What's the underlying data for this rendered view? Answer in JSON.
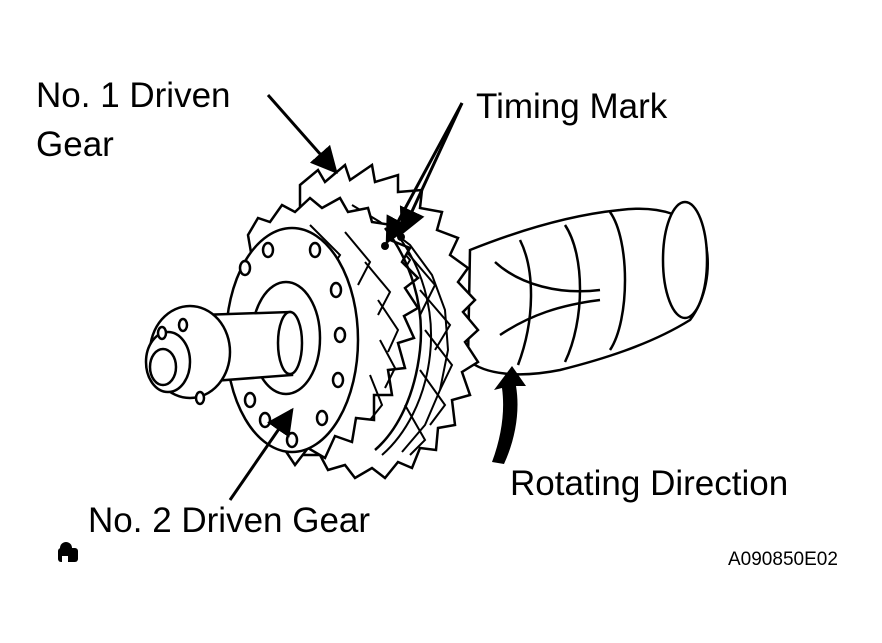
{
  "labels": {
    "no1_driven_gear_line1": "No. 1 Driven",
    "no1_driven_gear_line2": "Gear",
    "timing_mark": "Timing Mark",
    "no2_driven_gear": "No. 2 Driven Gear",
    "rotating_direction": "Rotating Direction"
  },
  "figure_code": "A090850E02",
  "icons": {
    "corner_icon": "reference-icon"
  },
  "colors": {
    "ink": "#000000",
    "paper": "#ffffff"
  }
}
